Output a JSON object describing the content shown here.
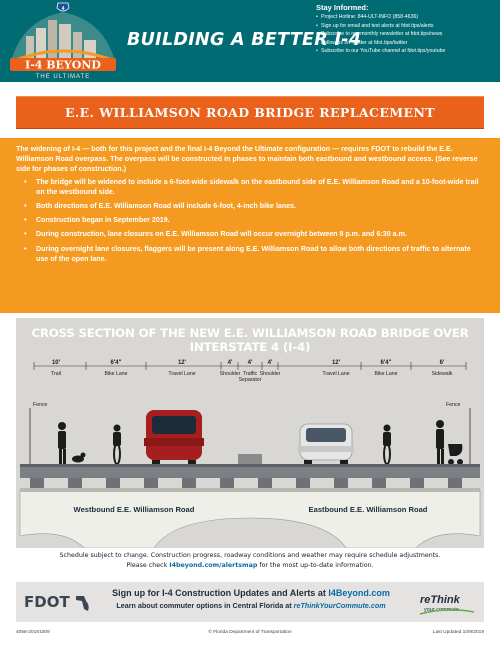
{
  "header": {
    "logo_text": "I-4 BEYOND",
    "logo_subtext": "THE ULTIMATE",
    "logo_shield": "4",
    "headline": "BUILDING A BETTER I-4",
    "stay_informed": {
      "title": "Stay Informed:",
      "items": [
        "Project Hotline: 844-ULT-INFO (858-4636)",
        "Sign up for email and text alerts at fdot.tips/alerts",
        "Subscribe to our monthly newsletter at fdot.tips/news",
        "Follow us on Twitter at fdot.tips/twitter",
        "Subscribe to our YouTube channel at fdot.tips/youtube"
      ]
    }
  },
  "title": "E.E. WILLIAMSON ROAD BRIDGE REPLACEMENT",
  "info": {
    "intro": "The widening of I-4 — both for this project and the final I-4 Beyond the Ultimate configuration — requires FDOT to rebuild the E.E. Williamson Road overpass. The overpass will be constructed in phases to maintain both eastbound and westbound access. (See reverse side for phases of construction.)",
    "bullets": [
      "The bridge will be widened to include a 6-foot-wide sidewalk on the eastbound side of E.E. Williamson Road and a 10-foot-wide trail on the westbound side.",
      "Both directions of E.E. Williamson Road will include 6-foot, 4-inch bike lanes.",
      "Construction began in September 2019.",
      "During construction, lane closures on E.E. Williamson Road will occur overnight between 8 p.m. and 6:30 a.m.",
      "During overnight lane closures, flaggers will be present along E.E. Williamson Road to allow both directions of traffic to alternate use of the open lane."
    ]
  },
  "cross_section": {
    "title": "CROSS SECTION OF THE NEW E.E. WILLIAMSON ROAD BRIDGE OVER INTERSTATE 4 (I-4)",
    "segments": [
      {
        "width": "10'",
        "label": "Trail"
      },
      {
        "width": "6'4\"",
        "label": "Bike Lane"
      },
      {
        "width": "12'",
        "label": "Travel Lane"
      },
      {
        "width": "4'",
        "label": "Shoulder"
      },
      {
        "width": "4'",
        "label": "Traffic Separator"
      },
      {
        "width": "4'",
        "label": "Shoulder"
      },
      {
        "width": "12'",
        "label": "Travel Lane"
      },
      {
        "width": "6'4\"",
        "label": "Bike Lane"
      },
      {
        "width": "6'",
        "label": "Sidewalk"
      }
    ],
    "fence_left": "Fence",
    "fence_right": "Fence",
    "westbound": "Westbound E.E. Williamson Road",
    "eastbound": "Eastbound E.E. Williamson Road"
  },
  "disclaimer": {
    "line1": "Schedule subject to change. Construction progress, roadway conditions and weather may require schedule adjustments.",
    "line2_pre": "Please check ",
    "line2_link": "I4beyond.com/alertsmap",
    "line2_post": " for the most up-to-date information."
  },
  "footer": {
    "fdot": "FDOT",
    "signup_pre": "Sign up for I-4 Construction Updates and Alerts at ",
    "signup_link": "I4Beyond.com",
    "commuter_pre": "Learn about commuter options in Central Florida at ",
    "commuter_link": "reThinkYourCommute.com",
    "rethink_1": "reThink",
    "rethink_2": "your commute"
  },
  "bottom": {
    "code": "4058-20191009",
    "copyright": "© Florida Department of Transportation",
    "updated": "Last Updated 10/9/2019"
  },
  "colors": {
    "teal": "#006b72",
    "orange_title": "#e9611b",
    "orange_box": "#f49a21",
    "panel_gray": "#d9d7d4"
  }
}
